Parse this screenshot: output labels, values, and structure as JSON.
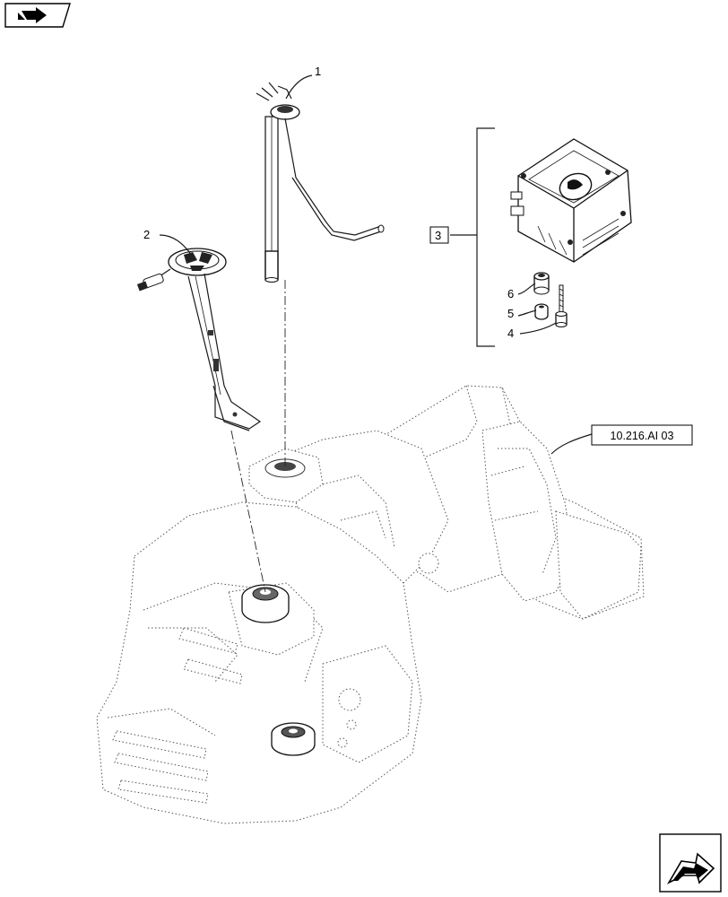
{
  "callouts": [
    {
      "id": "1",
      "text": "1"
    },
    {
      "id": "2",
      "text": "2"
    },
    {
      "id": "3",
      "text": "3"
    },
    {
      "id": "4",
      "text": "4"
    },
    {
      "id": "5",
      "text": "5"
    },
    {
      "id": "6",
      "text": "6"
    }
  ],
  "reference": "10.216.AI 03",
  "icons": {
    "top_left": "previous-page-arrow-icon",
    "bottom_right": "next-page-arrow-icon"
  }
}
